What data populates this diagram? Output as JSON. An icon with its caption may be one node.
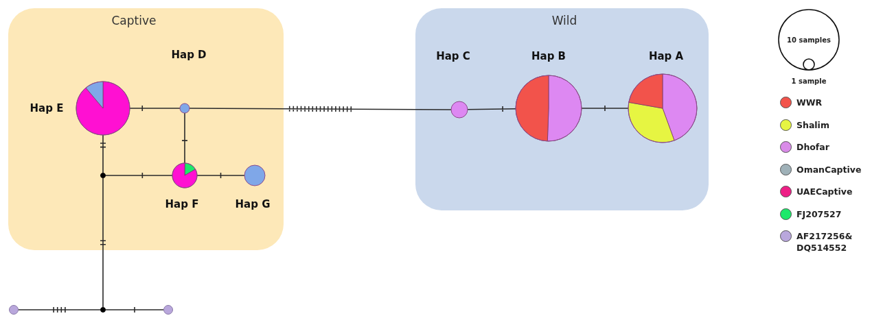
{
  "diagram": {
    "nodes": [
      {
        "text": [
          "Captive"
        ]
      },
      {
        "text": [
          "Hap E"
        ],
        "in": 0
      },
      {
        "text": [
          "Hap D"
        ],
        "in": 0
      },
      {
        "text": [
          "Hap F"
        ],
        "in": 0
      },
      {
        "text": [
          "Hap G"
        ],
        "in": 0
      },
      {
        "text": [],
        "shape": "circle",
        "in": 0
      },
      {
        "text": [
          "Wild"
        ]
      },
      {
        "text": [
          "Hap C"
        ],
        "in": 6
      },
      {
        "text": [
          "Hap B"
        ],
        "in": 6
      },
      {
        "text": [
          "Hap A"
        ],
        "in": 6
      },
      {
        "text": [],
        "shape": "circle"
      },
      {
        "text": [],
        "shape": "circle"
      },
      {
        "text": [],
        "shape": "circle"
      }
    ],
    "edges": [
      {
        "from": 1,
        "to": 2,
        "arrow": "none"
      },
      {
        "from": 2,
        "to": 7,
        "arrow": "none"
      },
      {
        "from": 2,
        "to": 3,
        "arrow": "none"
      },
      {
        "from": 1,
        "to": 5,
        "arrow": "none"
      },
      {
        "from": 5,
        "to": 3,
        "arrow": "none"
      },
      {
        "from": 3,
        "to": 4,
        "arrow": "none"
      },
      {
        "from": 5,
        "to": 11,
        "arrow": "none"
      },
      {
        "from": 11,
        "to": 10,
        "arrow": "none"
      },
      {
        "from": 11,
        "to": 12,
        "arrow": "none"
      },
      {
        "from": 7,
        "to": 8,
        "arrow": "none"
      },
      {
        "from": 8,
        "to": 9,
        "arrow": "none"
      }
    ],
    "legend": [
      {
        "text": "10 samples"
      },
      {
        "text": "1 sample"
      },
      {
        "text": "WWR",
        "color": "#f2534b"
      },
      {
        "text": "Shalim",
        "color": "#e6f542"
      },
      {
        "text": "Dhofar",
        "color": "#d98be8"
      },
      {
        "text": "OmanCaptive",
        "color": "#9fb1b8"
      },
      {
        "text": "UAECaptive",
        "color": "#ee1f86"
      },
      {
        "text": "FJ207527",
        "color": "#1ee86a"
      },
      {
        "text": "AF217256& DQ514552",
        "color": "#b9a7dc"
      }
    ]
  }
}
